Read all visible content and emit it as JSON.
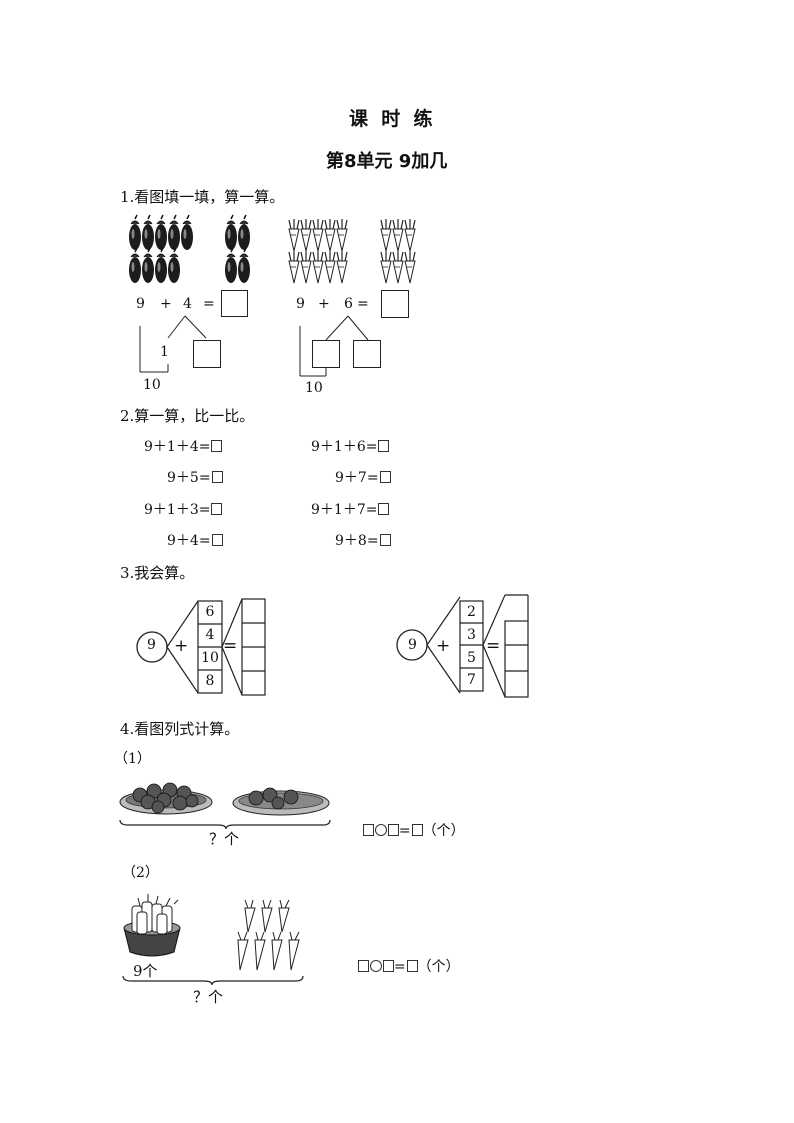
{
  "header": {
    "title": "课  时  练",
    "subtitle": "第8单元 9加几"
  },
  "q1": {
    "label": "1.看图填一填，算一算。",
    "left": {
      "a": "9",
      "op": "+",
      "b": "4",
      "eq": "=",
      "split": "1",
      "ten": "10"
    },
    "right": {
      "a": "9",
      "op": "+",
      "b": "6",
      "eq": "=",
      "ten": "10"
    }
  },
  "q2": {
    "label": "2.算一算，比一比。",
    "rows": [
      {
        "left": "9＋1＋4=",
        "right": "9＋1＋6="
      },
      {
        "left": "9＋5=",
        "right": "9＋7="
      },
      {
        "left": "9＋1＋3=",
        "right": "9＋1＋7="
      },
      {
        "left": "9＋4=",
        "right": "9＋8="
      }
    ]
  },
  "q3": {
    "label": "3.我会算。",
    "left": {
      "center": "9",
      "op": "+",
      "eq": "=",
      "nums": [
        "6",
        "4",
        "10",
        "8"
      ]
    },
    "right": {
      "center": "9",
      "op": "+",
      "eq": "=",
      "nums": [
        "2",
        "3",
        "5",
        "7"
      ]
    }
  },
  "q4": {
    "label": "4.看图列式计算。",
    "p1": {
      "label": "（1）",
      "total": "？个",
      "unit": "（个）"
    },
    "p2": {
      "label": "（2）",
      "count": "9个",
      "total": "？个",
      "unit": "（个）"
    }
  }
}
